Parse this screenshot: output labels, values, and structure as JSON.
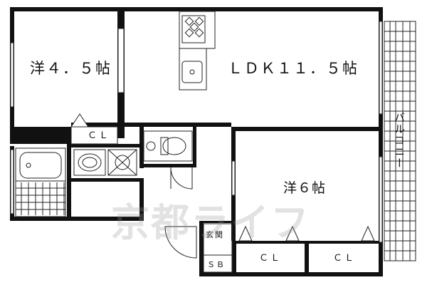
{
  "rooms": {
    "western_small": "洋４．５帖",
    "ldk": "ＬＤＫ１１．５帖",
    "western_large": "洋６帖"
  },
  "closets": {
    "cl_1": "ＣＬ",
    "cl_2": "ＣＬ",
    "cl_3": "ＣＬ"
  },
  "entrance": "玄関",
  "shoe_box": "ＳＢ",
  "balcony": "バルコニー",
  "watermark": "京都ライフ",
  "colors": {
    "wall": "#111111",
    "line": "#222222",
    "watermark": "#969696"
  }
}
